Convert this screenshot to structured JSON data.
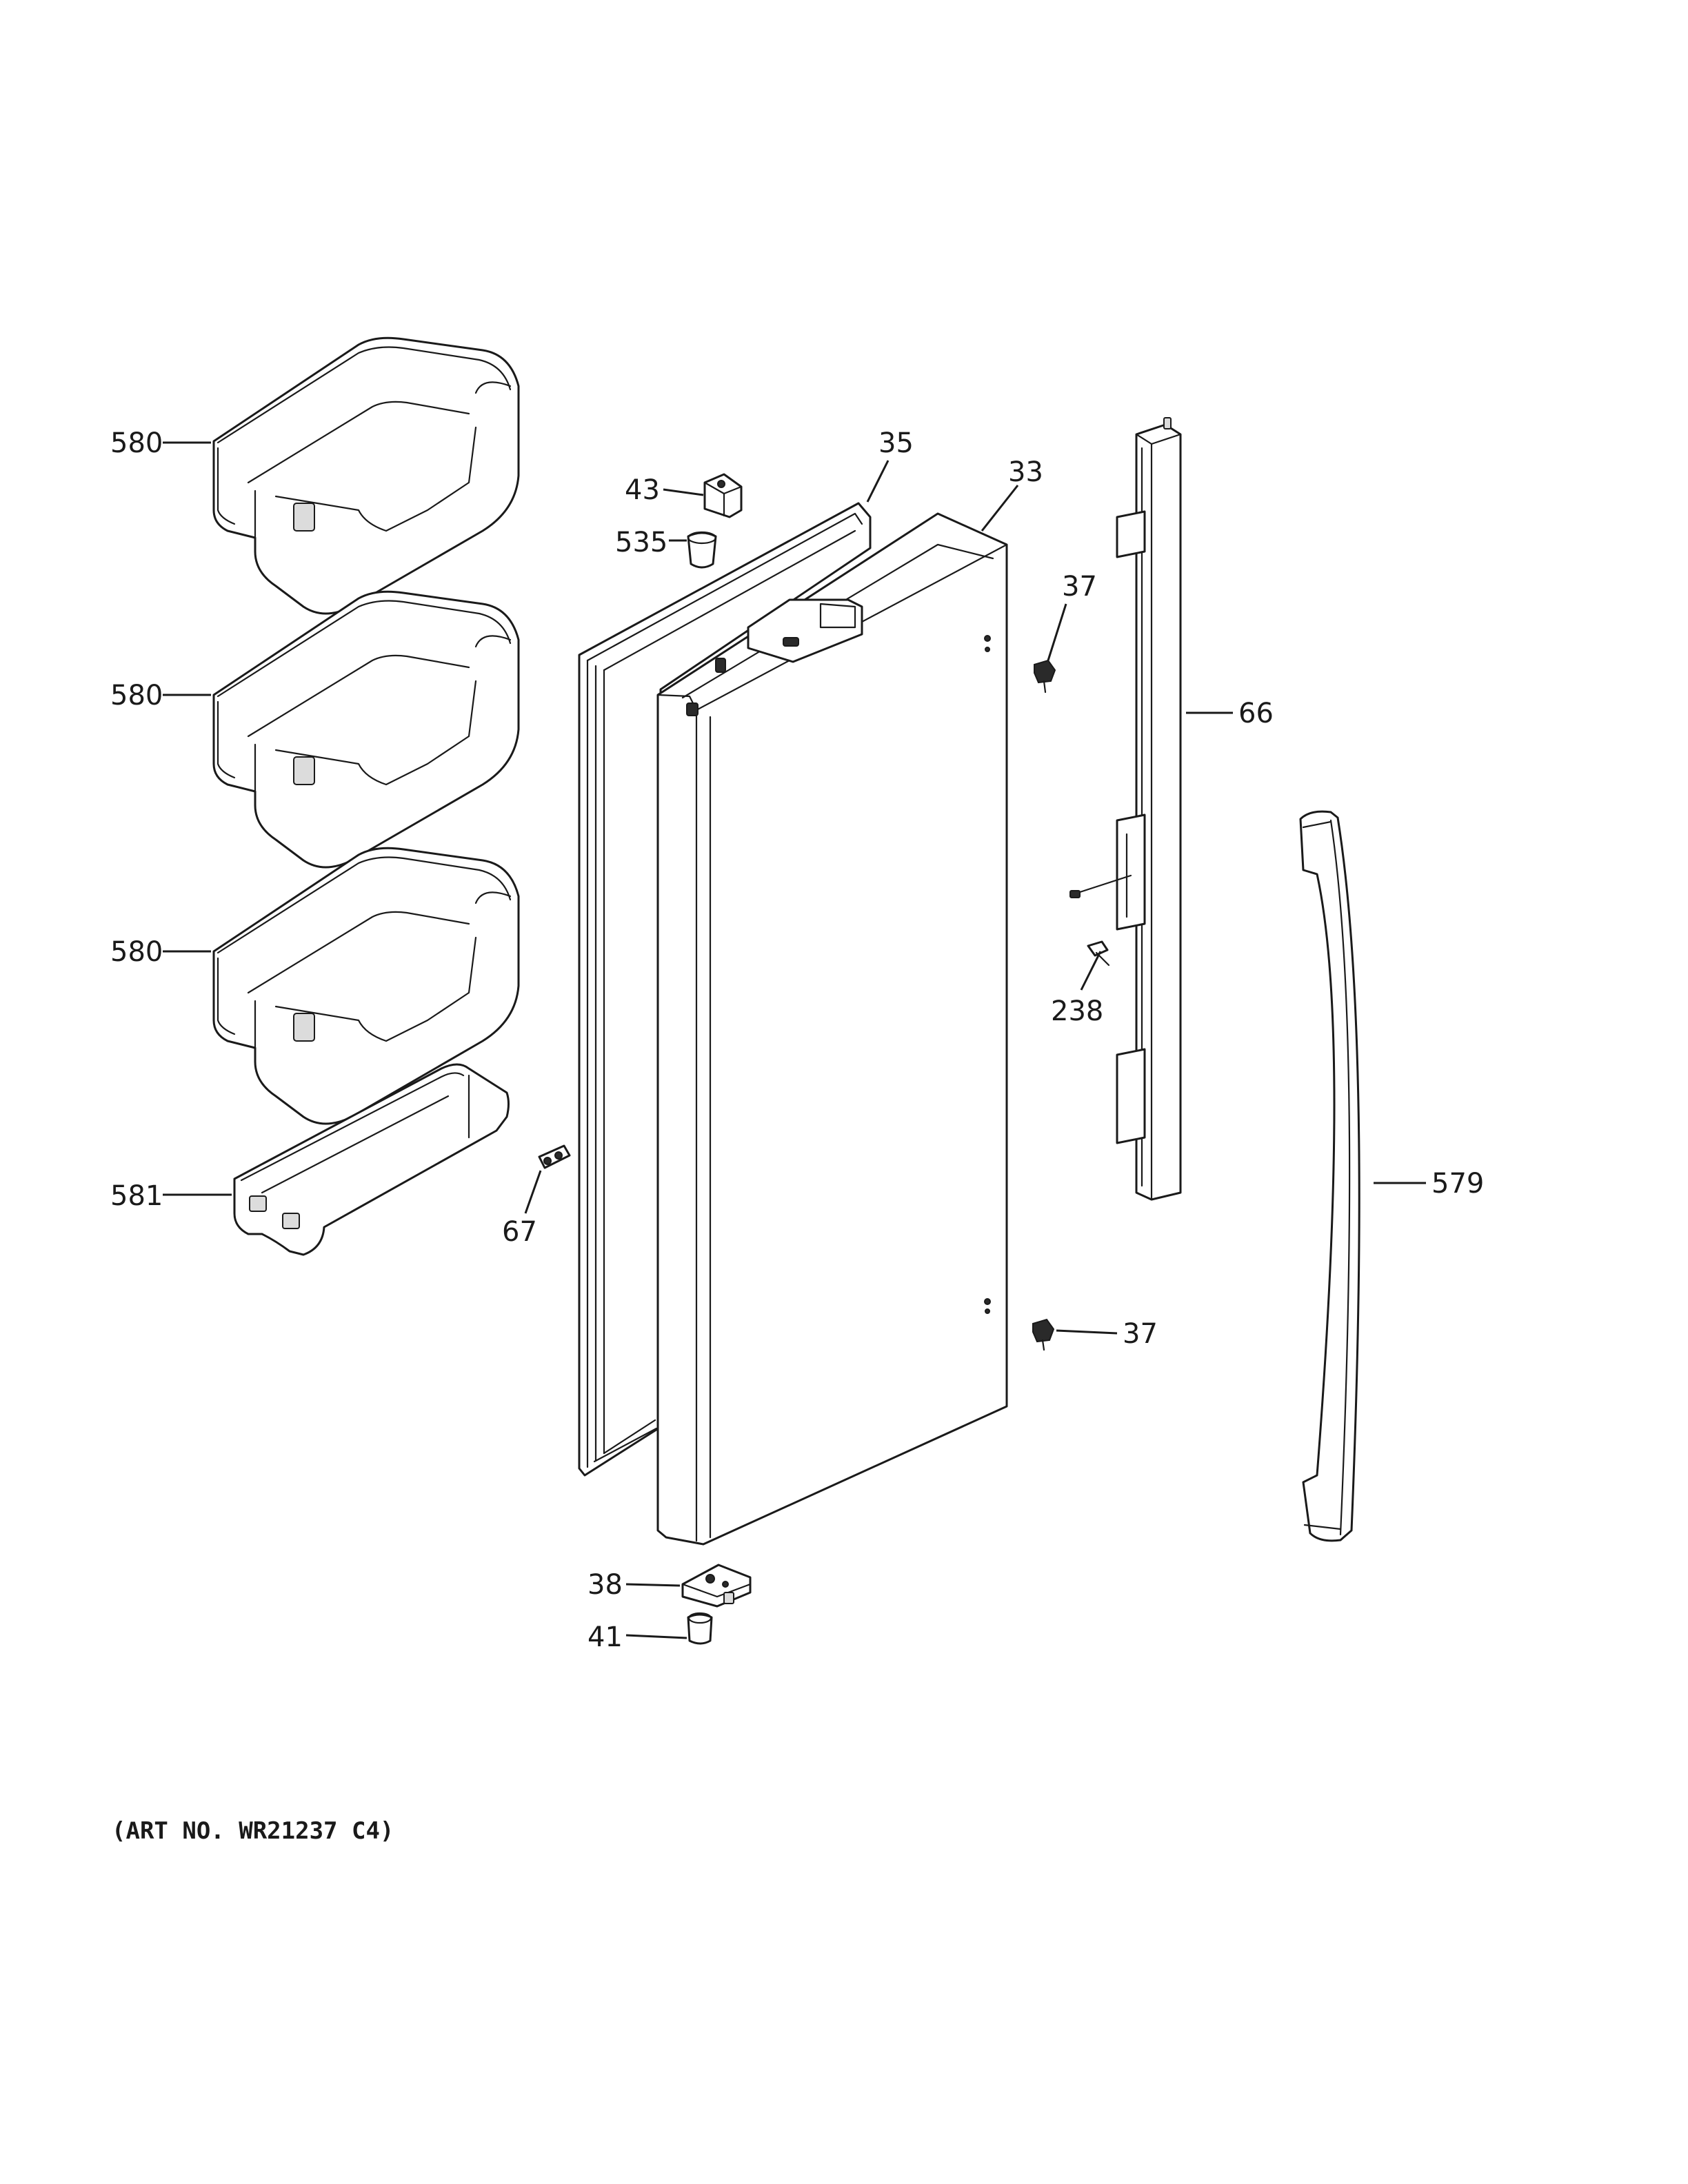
{
  "diagram": {
    "art_number": "(ART NO. WR21237 C4)",
    "callouts": {
      "bin_top": "580",
      "bin_middle": "580",
      "bin_lower": "580",
      "bin_shallow": "581",
      "gasket": "35",
      "door": "33",
      "hinge_block": "43",
      "bushing_top": "535",
      "screw_upper": "37",
      "screw_lower": "37",
      "trim": "66",
      "screw_238": "238",
      "handle": "579",
      "clip": "67",
      "bottom_hinge": "38",
      "bottom_bushing": "41"
    }
  }
}
